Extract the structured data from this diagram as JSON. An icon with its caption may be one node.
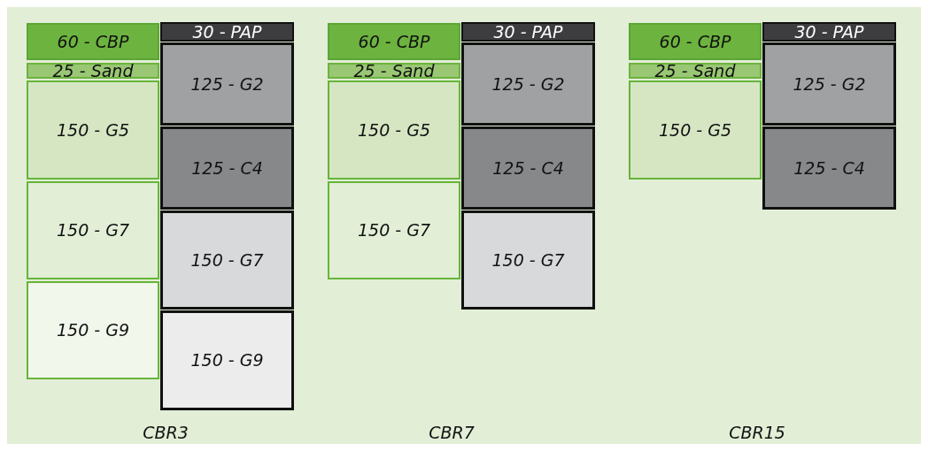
{
  "diagram": {
    "nodes": [
      {
        "text": [
          "60 - CBP"
        ]
      },
      {
        "text": [
          "25 - Sand"
        ]
      },
      {
        "text": [
          "150 - G5"
        ]
      },
      {
        "text": [
          "150 - G7"
        ]
      },
      {
        "text": [
          "150 - G9"
        ]
      },
      {
        "text": [
          "30 - PAP"
        ]
      },
      {
        "text": [
          "125 - G2"
        ]
      },
      {
        "text": [
          "125 - C4"
        ]
      },
      {
        "text": [
          "150 - G7"
        ]
      },
      {
        "text": [
          "150 - G9"
        ]
      },
      {
        "text": [
          "60 - CBP"
        ]
      },
      {
        "text": [
          "25 - Sand"
        ]
      },
      {
        "text": [
          "150 - G5"
        ]
      },
      {
        "text": [
          "150 - G7"
        ]
      },
      {
        "text": [
          "30 - PAP"
        ]
      },
      {
        "text": [
          "125 - G2"
        ]
      },
      {
        "text": [
          "125 - C4"
        ]
      },
      {
        "text": [
          "150 - G7"
        ]
      },
      {
        "text": [
          "60 - CBP"
        ]
      },
      {
        "text": [
          "25 - Sand"
        ]
      },
      {
        "text": [
          "150 - G5"
        ]
      },
      {
        "text": [
          "30 - PAP"
        ]
      },
      {
        "text": [
          "125 - G2"
        ]
      },
      {
        "text": [
          "125 - C4"
        ]
      }
    ],
    "edges": [],
    "labels": [
      "CBR3",
      "CBR7",
      "CBR15"
    ]
  }
}
